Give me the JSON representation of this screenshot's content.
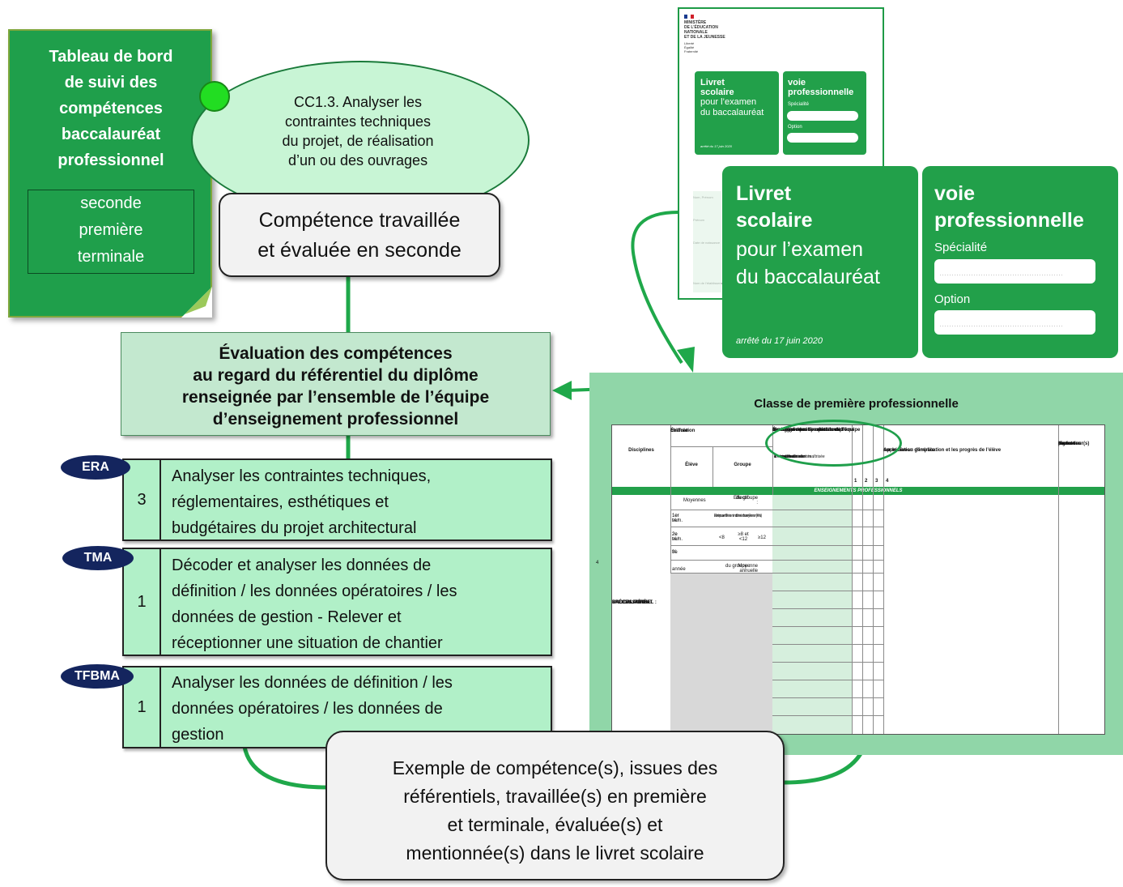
{
  "note": {
    "title_lines": [
      "Tableau de bord",
      "de suivi des",
      "compétences",
      "baccalauréat",
      "professionnel"
    ],
    "levels": [
      "seconde",
      "première",
      "terminale"
    ]
  },
  "ellipse": {
    "lines": [
      "CC1.3. Analyser les",
      "contraintes techniques",
      "du projet, de réalisation",
      "d’un ou des ouvrages"
    ]
  },
  "worked": {
    "lines": [
      "Compétence travaillée",
      "et évaluée en seconde"
    ]
  },
  "evaluation": {
    "lines": [
      "Évaluation des compétences",
      "au regard du référentiel du diplôme",
      "renseignée par l’ensemble de l’équipe",
      "d’enseignement professionnel"
    ]
  },
  "competences": [
    {
      "badge": "ERA",
      "number": "3",
      "lines": [
        "Analyser les contraintes techniques,",
        "réglementaires, esthétiques et",
        "budgétaires du projet architectural"
      ]
    },
    {
      "badge": "TMA",
      "number": "1",
      "lines": [
        "Décoder et analyser les données de",
        "définition / les données opératoires / les",
        "données de gestion - Relever et",
        "réceptionner une situation de chantier"
      ]
    },
    {
      "badge": "TFBMA",
      "number": "1",
      "lines": [
        "Analyser les données de définition / les",
        "données opératoires / les données de",
        "gestion"
      ]
    }
  ],
  "bubble": {
    "lines": [
      "Exemple de compétence(s), issues des",
      "référentiels, travaillée(s) en première",
      "et terminale, évaluée(s) et",
      "mentionnée(s) dans le livret scolaire"
    ]
  },
  "cover_small": {
    "ministry_lines": [
      "MINISTÈRE",
      "DE L’ÉDUCATION",
      "NATIONALE",
      "ET DE LA JEUNESSE"
    ],
    "motto_lines": [
      "Liberté",
      "Égalité",
      "Fraternité"
    ],
    "left_bold": [
      "Livret",
      "scolaire"
    ],
    "left_light": [
      "pour l’examen",
      "du baccalauréat"
    ],
    "date": "arrêté du 17 juin 2020",
    "right_bold": [
      "voie",
      "professionnelle"
    ],
    "specialite": "Spécialité",
    "option": "Option",
    "side_labels": [
      "Nom, Prénom",
      "Prénom",
      "Date de naissance",
      "Nom de l'établissement"
    ]
  },
  "cover_big": {
    "left_bold": [
      "Livret",
      "scolaire"
    ],
    "left_light": [
      "pour l’examen",
      "du baccalauréat"
    ],
    "date": "arrêté du 17 juin 2020",
    "right_bold": [
      "voie",
      "professionnelle"
    ],
    "specialite": "Spécialité",
    "option": "Option",
    "dots": "……………………………………………"
  },
  "form": {
    "title": "Classe de première professionnelle",
    "col_disciplines": "Disciplines",
    "col_eval": [
      "Évaluation",
      "chiffrée"
    ],
    "col_eleve": "Élève",
    "col_groupe": "Groupe",
    "col_comp": [
      "Évaluation des compétences",
      "au regard du référentiel du diplôme",
      "renseignée par l’ensemble de l’équipe",
      "d’enseignement professionnel"
    ],
    "comp_levels": [
      "Compétence atteinte :",
      "1 - non maîtrisée",
      "2 - insuffisamment maîtrisée",
      "3 - maîtrisée",
      "4 - bien maîtrisée"
    ],
    "level_nums": [
      "1",
      "2",
      "3",
      "4"
    ],
    "col_appreciation": [
      "Appréciation générale",
      "sur le niveau d’implication et les progrès de l’élève"
    ],
    "col_nom": [
      "Nom et",
      "signature",
      "du ou des",
      "professeur(s)"
    ],
    "section": "ENSEIGNEMENTS PROFESSIONNELS",
    "specialite": [
      "SPÉCIALITÉ DU",
      "BACCALAURÉAT",
      "PROFESSIONNEL :",
      "…………………"
    ],
    "moyennes": "Moyennes",
    "effectif": [
      "Effectif",
      "du groupe :"
    ],
    "sem1": [
      "1er tri./",
      "1er sem."
    ],
    "repartition": [
      "Répartition des moyennes",
      "annuelles individuelles (%)"
    ],
    "sem2": [
      "2e tri./",
      "2e sem."
    ],
    "ranges": [
      "<8",
      "≥8 et <12",
      "≥12"
    ],
    "tri3": [
      "3e",
      "tri."
    ],
    "annee": "année",
    "moyenne_annuelle": [
      "Moyenne annuelle",
      "du groupe :"
    ],
    "side_number": "4"
  },
  "colors": {
    "note_green": "#1f9f4b",
    "livret_green": "#22a04a",
    "form_bg": "#90d6a8",
    "badge_navy": "#14255e",
    "competence_fill": "#b1f0c8",
    "connector": "#1fa84a"
  }
}
